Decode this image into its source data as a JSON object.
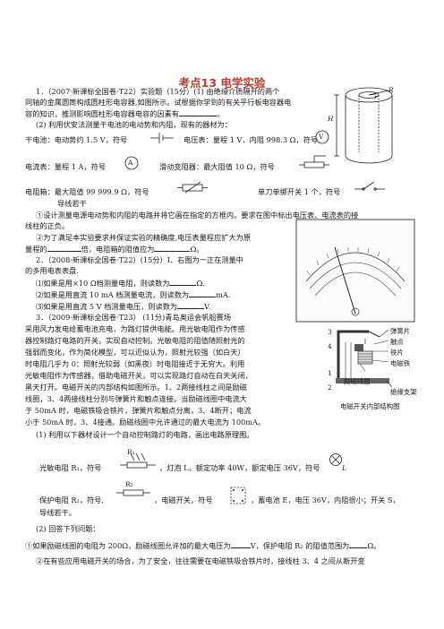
{
  "title": "考点13 电学实验",
  "q1": {
    "line1": "1．（2007·新课标全国卷·T22）实验题（15分）(1) 由绝缘介质隔开的两个",
    "line2": "同轴的金属圆筒构成圆柱形电容器,如图所示。试根据你学到的有关平行板电容器电",
    "line3": "容的知识，推测影响圆柱形电容器电容的因素有",
    "line3_end": "。",
    "line4": "(2) 利用伏安法测量干电池的电动势和内阻，现有的器材为：",
    "battery": "干电池：电动势约 1.5 V，符号",
    "voltmeter": "电压表：量程 1 V，内阻 998.3 Ω，符号",
    "ammeter": "电流表：量程 1 A，符号",
    "rheostat": "滑动变阻器：最大阻值 10 Ω，符号",
    "resbox": "电阻箱：最大阻值 99 999.9 Ω，符号",
    "switch": "单刀单掷开关 1 个，符号",
    "wires": "导线若干",
    "task1": "①设计测量电源电动势和内阻的电路并将它画在指定的方框内。要求在图中标出电压表、电流表的接",
    "task1b": "线柱的正负。",
    "task2": "②为了满足本实验要求并保证实验的精确度,电压表量程应扩大为原",
    "task2b_a": "量程的",
    "task2b_b": "倍，电阻箱的阻值应为",
    "task2b_c": "Ω。",
    "voltmeter_label": "V",
    "ammeter_label": "A",
    "cyl_R": "R",
    "cyl_r": "r",
    "cyl_H": "H"
  },
  "q2": {
    "line1": "2．（2008·新课标全国卷·T22）(15分）I、右图为一正在测量中",
    "line2": "的多用电表表盘.",
    "a": "⑴如果是用×10 Ω档测量电阻，则读数为",
    "a_unit": "Ω.",
    "b": "⑵如果是用直流 10 mA 档测量电流，则读数为",
    "b_unit": "mA.",
    "c": "⑶如果是用直流 5 V 档测量电压，则读数为",
    "c_unit": "V."
  },
  "q3": {
    "l1": "3．（2009·新课标全国卷·T23） (11分)青岛奥运会帆船赛场",
    "l2": "采用风力发电给蓄电池充电，为路灯提供电能。用光敏电阻作为传感",
    "l3": "器控制路灯电路的开关，实现自动控制。光敏电阻的阻值随照射光的",
    "l4": "强弱而变化，作为简化模型，可以近似认为，照射光较强（如白天）",
    "l5": "时电阻几乎为 0：照射光较弱（如黑夜）时电阻接近于无穷大。利用",
    "l6": "光敏电阻作为传感器，借助电磁开关，可以实现路灯自动在白天关闭，",
    "l7": "黑天打开。电磁开关的内部结构如图所示。1、2两接线柱之间是励磁",
    "l8": "线圈，3、4两接线柱分别与弹簧片和触点连接。当励磁线圈中电流大",
    "l9": "于 50mA 时，电磁铁吸合铁片，弹簧片和触点分离，3、4断开；电流",
    "l10": "小于 50mA 时，3、4接通。励磁线圈中允许通过的最大电流为 100mA。",
    "sub1": "(1)   利用以下器材设计一个自动控制路灯的电路，画出电路原理图。",
    "photo": "光敏电阻 R₁，符号",
    "lamp": "，灯泡 L，额定功率 40W，额定电压 36V，符号",
    "protect": "保护电阻 R₂，符号,",
    "emswitch": "，电磁开关，符号",
    "battery": "，蓄电池 E，电压 36V，内阻很小；开关 S，",
    "wires": "导线若干。",
    "sub2": "(2)   回答下列问题：",
    "qa": "①如果励磁线圈的电阻为 200Ω，励磁线圈允许加的最大电压为",
    "qa_mid": "V，保护电阻 R₂ 的阻值范围为",
    "qa_end": "Ω。",
    "qb": "②在有些应用电磁开关的场合，为了安全，往往需要在电磁铁吸合铁片时，接线柱 3、4 之间从断开变",
    "R1_label": "R₁",
    "R2_label": "R₂",
    "L_label": "L",
    "fig_spring": "弹簧片",
    "fig_contact": "触点",
    "fig_iron": "铁片",
    "fig_magnet": "电磁铁",
    "fig_coil": "励磁线圈",
    "fig_support": "绝缘支架",
    "fig_caption": "电磁开关内部结构图",
    "fig_n1": "1",
    "fig_n2": "2",
    "fig_n3": "3",
    "fig_n4": "4"
  }
}
